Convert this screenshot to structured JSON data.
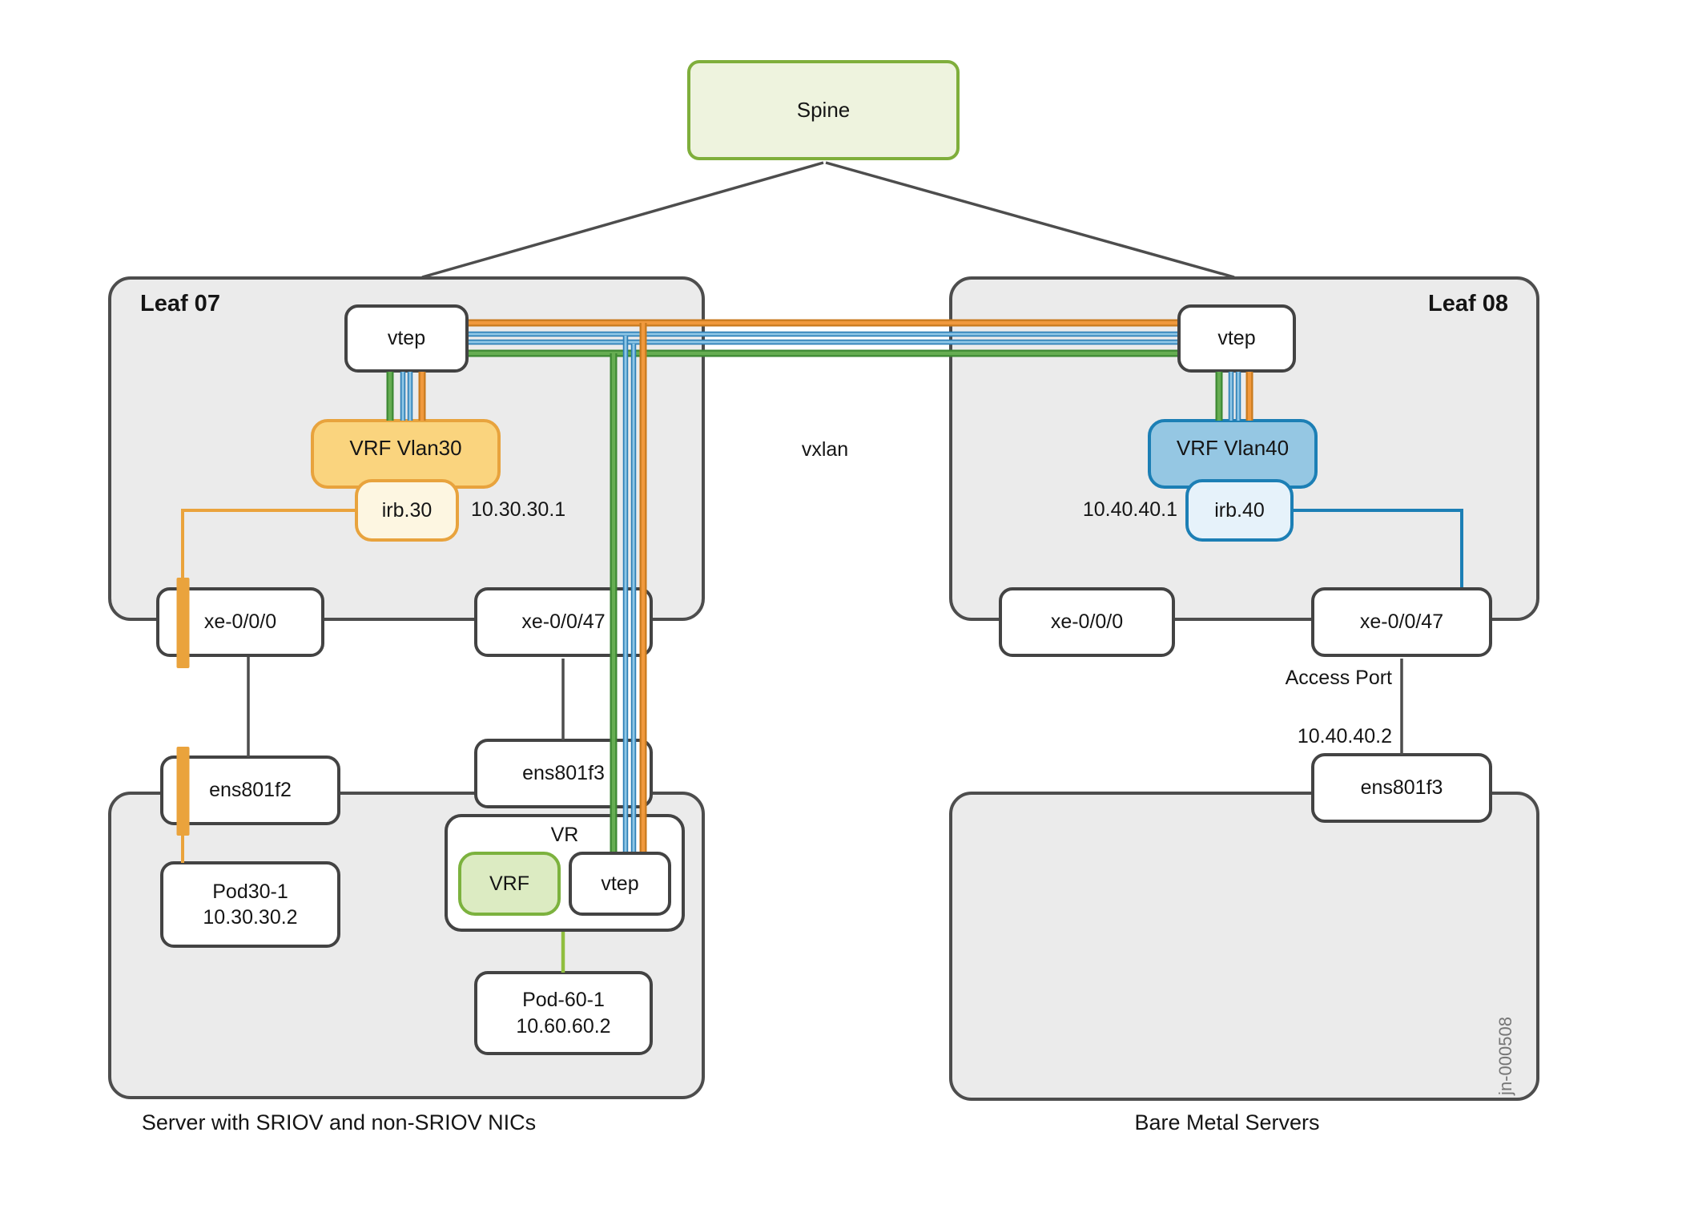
{
  "spine": {
    "label": "Spine"
  },
  "labels": {
    "vxlan": "vxlan"
  },
  "leaf07": {
    "title": "Leaf 07",
    "vtep_label": "vtep",
    "vrf_label": "VRF Vlan30",
    "irb_label": "irb.30",
    "irb_ip": "10.30.30.1",
    "port_left": "xe-0/0/0",
    "port_right": "xe-0/0/47"
  },
  "leaf08": {
    "title": "Leaf 08",
    "vtep_label": "vtep",
    "vrf_label": "VRF Vlan40",
    "irb_label": "irb.40",
    "irb_ip": "10.40.40.1",
    "port_left": "xe-0/0/0",
    "port_right": "xe-0/0/47",
    "access_port_label": "Access Port",
    "access_port_ip": "10.40.40.2"
  },
  "server": {
    "caption": "Server with SRIOV and non-SRIOV NICs",
    "nic_left": "ens801f2",
    "nic_right": "ens801f3",
    "pod30_name": "Pod30-1",
    "pod30_ip": "10.30.30.2",
    "vr_label": "VR",
    "vr_vrf_label": "VRF",
    "vr_vtep_label": "vtep",
    "pod60_name": "Pod-60-1",
    "pod60_ip": "10.60.60.2"
  },
  "baremetal": {
    "caption": "Bare Metal Servers",
    "nic": "ens801f3"
  },
  "figure_id": "jn-000508",
  "colors": {
    "node_border": "#434343",
    "big_box_fill": "#ebebeb",
    "spine_fill": "#eef3de",
    "spine_border": "#7fae3b",
    "vrf30_fill": "#fad47e",
    "vrf30_border": "#e8a33d",
    "vrf40_fill": "#95c7e3",
    "vrf40_border": "#1c7fb5",
    "vrf_green_fill": "#dcebc2",
    "vrf_green_border": "#7cb23e",
    "link_orange": "#e0861f",
    "link_blue": "#4292c6",
    "link_green": "#4f9a41",
    "sriov_bar_orange": "#eaa33c",
    "irb40_link_blue": "#1c7fb5",
    "pod60_link_green": "#90be3e"
  }
}
